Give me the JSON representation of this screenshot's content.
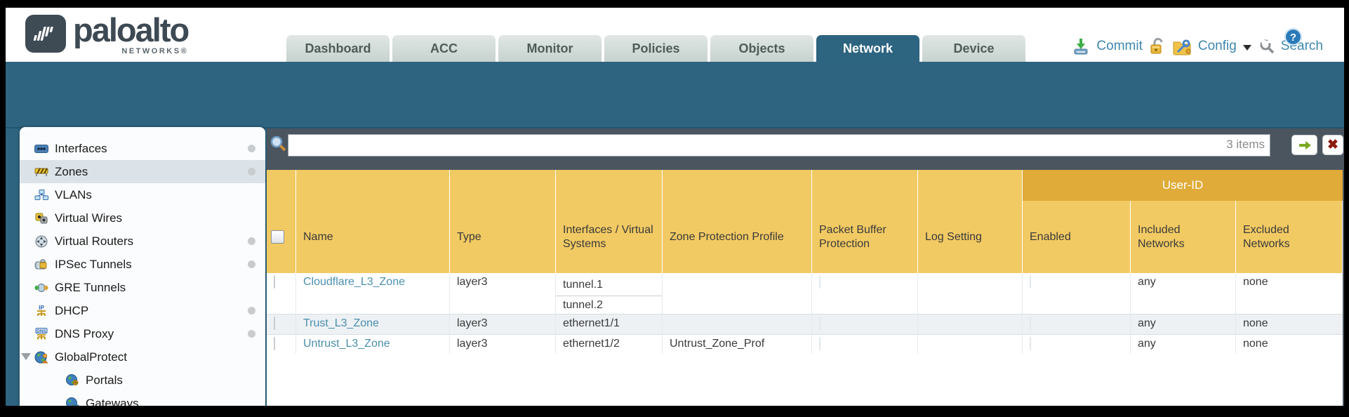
{
  "header": {
    "logo": {
      "brand": "paloalto",
      "sub": "NETWORKS®"
    },
    "tabs": [
      {
        "label": "Dashboard",
        "active": false
      },
      {
        "label": "ACC",
        "active": false
      },
      {
        "label": "Monitor",
        "active": false
      },
      {
        "label": "Policies",
        "active": false
      },
      {
        "label": "Objects",
        "active": false
      },
      {
        "label": "Network",
        "active": true
      },
      {
        "label": "Device",
        "active": false
      }
    ],
    "actions": {
      "commit": "Commit",
      "config": "Config",
      "search": "Search"
    }
  },
  "toolbar": {
    "help": "Help"
  },
  "sidebar": {
    "items": [
      {
        "label": "Interfaces",
        "dot": true
      },
      {
        "label": "Zones",
        "dot": true,
        "selected": true
      },
      {
        "label": "VLANs",
        "dot": false
      },
      {
        "label": "Virtual Wires",
        "dot": false
      },
      {
        "label": "Virtual Routers",
        "dot": true
      },
      {
        "label": "IPSec Tunnels",
        "dot": true
      },
      {
        "label": "GRE Tunnels",
        "dot": false
      },
      {
        "label": "DHCP",
        "dot": true
      },
      {
        "label": "DNS Proxy",
        "dot": true
      },
      {
        "label": "GlobalProtect",
        "dot": false,
        "expanded": true
      },
      {
        "label": "Portals",
        "indent": true
      },
      {
        "label": "Gateways",
        "indent": true
      }
    ]
  },
  "filter": {
    "count": "3 items"
  },
  "table": {
    "group_header": "User-ID",
    "columns": [
      "Name",
      "Type",
      "Interfaces / Virtual Systems",
      "Zone Protection Profile",
      "Packet Buffer Protection",
      "Log Setting",
      "Enabled",
      "Included Networks",
      "Excluded Networks"
    ],
    "rows": [
      {
        "name": "Cloudflare_L3_Zone",
        "type": "layer3",
        "interfaces": [
          "tunnel.1",
          "tunnel.2"
        ],
        "zone_protection_profile": "",
        "log_setting": "",
        "included_networks": "any",
        "excluded_networks": "none"
      },
      {
        "name": "Trust_L3_Zone",
        "type": "layer3",
        "interfaces": [
          "ethernet1/1"
        ],
        "zone_protection_profile": "",
        "log_setting": "",
        "included_networks": "any",
        "excluded_networks": "none"
      },
      {
        "name": "Untrust_L3_Zone",
        "type": "layer3",
        "interfaces": [
          "ethernet1/2"
        ],
        "zone_protection_profile": "Untrust_Zone_Prof",
        "log_setting": "",
        "included_networks": "any",
        "excluded_networks": "none"
      }
    ]
  },
  "colors": {
    "teal_band": "#2e6480",
    "slate_panel": "#4a555f",
    "header_yellow": "#f2ca63",
    "userid_gold": "#e0ab38",
    "link_blue": "#4b8fad",
    "tab_inactive": "#c7d2ce",
    "row_alt": "#edf1f4",
    "action_blue": "#3e87ad"
  }
}
